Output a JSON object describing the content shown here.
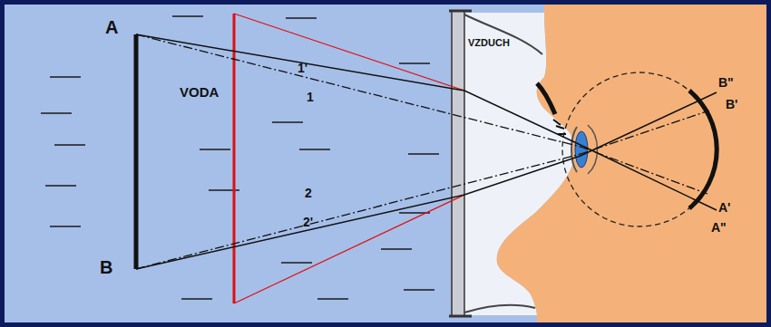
{
  "diagram": {
    "labels": [
      "A",
      "B",
      "VODA",
      "VZDUCH",
      "1'",
      "1",
      "2",
      "2'",
      "B\"",
      "B'",
      "A'",
      "A\""
    ]
  }
}
